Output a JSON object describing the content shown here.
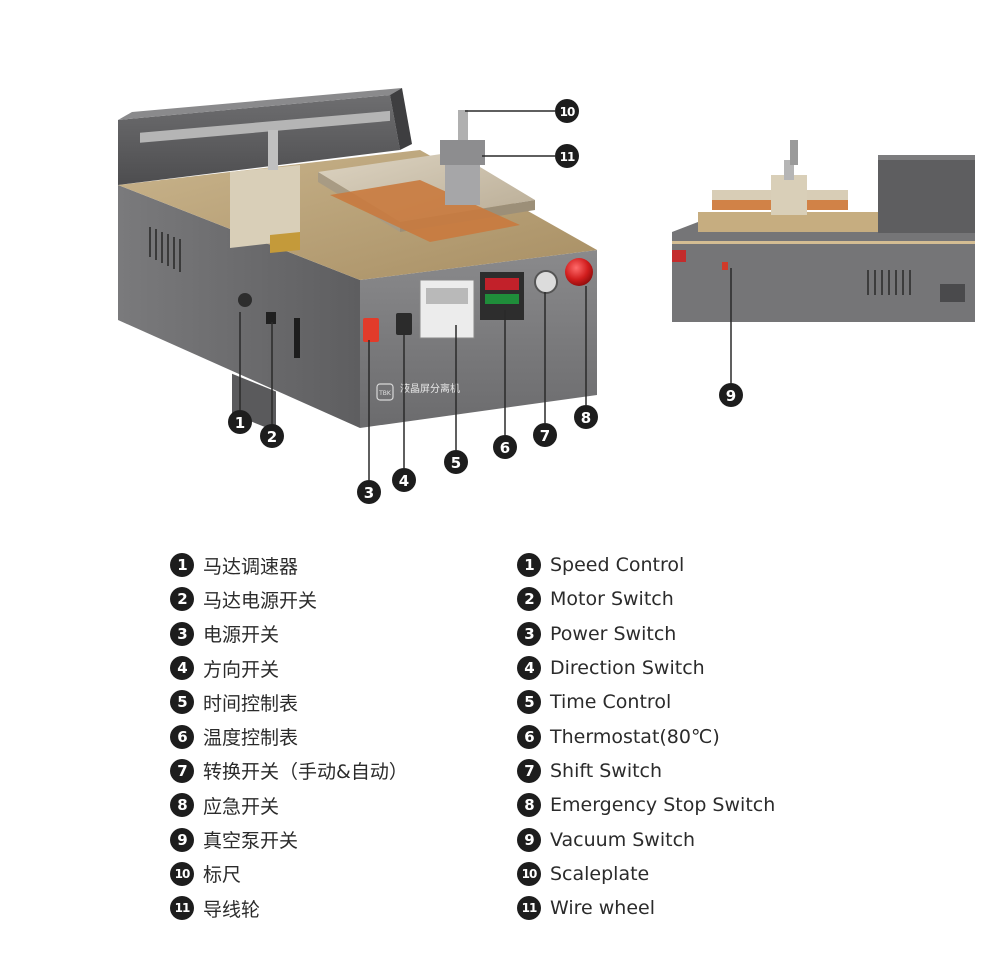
{
  "machine_texts": {
    "front_title": "液晶屏分离机",
    "brand": "TBK"
  },
  "callouts": [
    {
      "num": "1"
    },
    {
      "num": "2"
    },
    {
      "num": "3"
    },
    {
      "num": "4"
    },
    {
      "num": "5"
    },
    {
      "num": "6"
    },
    {
      "num": "7"
    },
    {
      "num": "8"
    },
    {
      "num": "9"
    },
    {
      "num": "10"
    },
    {
      "num": "11"
    }
  ],
  "legend_zh": [
    {
      "num": "1",
      "text": "马达调速器"
    },
    {
      "num": "2",
      "text": "马达电源开关"
    },
    {
      "num": "3",
      "text": "电源开关"
    },
    {
      "num": "4",
      "text": "方向开关"
    },
    {
      "num": "5",
      "text": "时间控制表"
    },
    {
      "num": "6",
      "text": "温度控制表"
    },
    {
      "num": "7",
      "text": "转换开关（手动&自动）"
    },
    {
      "num": "8",
      "text": "应急开关"
    },
    {
      "num": "9",
      "text": "真空泵开关"
    },
    {
      "num": "10",
      "text": "标尺"
    },
    {
      "num": "11",
      "text": "导线轮"
    }
  ],
  "legend_en": [
    {
      "num": "1",
      "text": "Speed Control"
    },
    {
      "num": "2",
      "text": "Motor Switch"
    },
    {
      "num": "3",
      "text": "Power Switch"
    },
    {
      "num": "4",
      "text": "Direction Switch"
    },
    {
      "num": "5",
      "text": "Time Control"
    },
    {
      "num": "6",
      "text": "Thermostat(80℃)"
    },
    {
      "num": "7",
      "text": "Shift Switch"
    },
    {
      "num": "8",
      "text": "Emergency Stop Switch"
    },
    {
      "num": "9",
      "text": "Vacuum Switch"
    },
    {
      "num": "10",
      "text": "Scaleplate"
    },
    {
      "num": "11",
      "text": "Wire wheel"
    }
  ]
}
